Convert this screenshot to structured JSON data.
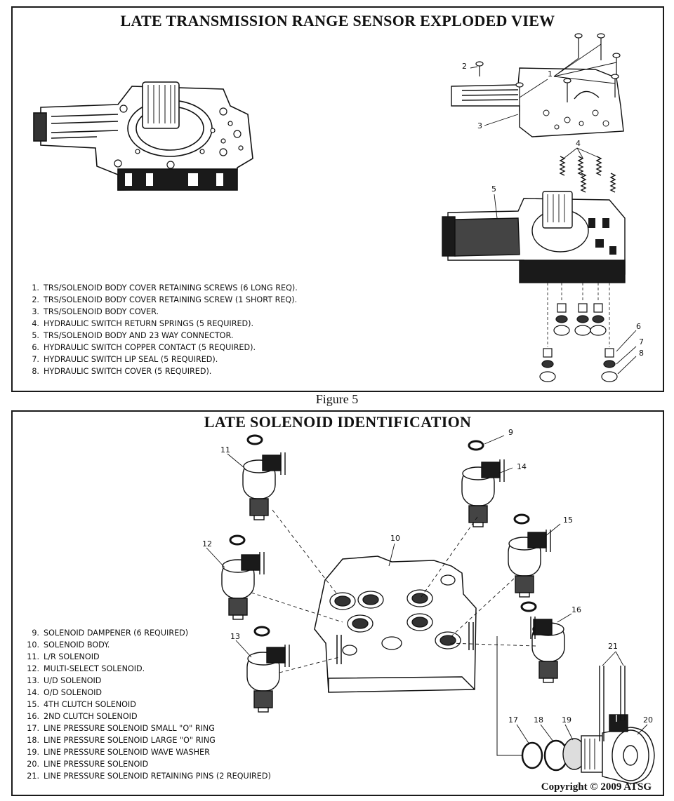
{
  "figure1": {
    "title": "LATE TRANSMISSION RANGE SENSOR EXPLODED VIEW",
    "callouts": [
      "1",
      "2",
      "3",
      "4",
      "5",
      "6",
      "7",
      "8"
    ],
    "legend": [
      {
        "num": "1.",
        "text": "TRS/SOLENOID BODY COVER RETAINING SCREWS (6 LONG REQ)."
      },
      {
        "num": "2.",
        "text": "TRS/SOLENOID BODY COVER RETAINING SCREW (1 SHORT REQ)."
      },
      {
        "num": "3.",
        "text": "TRS/SOLENOID BODY COVER."
      },
      {
        "num": "4.",
        "text": "HYDRAULIC SWITCH RETURN SPRINGS (5 REQUIRED)."
      },
      {
        "num": "5.",
        "text": "TRS/SOLENOID BODY AND 23 WAY CONNECTOR."
      },
      {
        "num": "6.",
        "text": "HYDRAULIC SWITCH COPPER CONTACT (5 REQUIRED)."
      },
      {
        "num": "7.",
        "text": "HYDRAULIC SWITCH LIP SEAL (5 REQUIRED)."
      },
      {
        "num": "8.",
        "text": "HYDRAULIC SWITCH COVER (5 REQUIRED)."
      }
    ]
  },
  "caption": "Figure 5",
  "figure2": {
    "title": "LATE SOLENOID IDENTIFICATION",
    "callouts": [
      "9",
      "10",
      "11",
      "12",
      "13",
      "14",
      "15",
      "16",
      "17",
      "18",
      "19",
      "20",
      "21"
    ],
    "legend": [
      {
        "num": "9.",
        "text": "SOLENOID DAMPENER (6 REQUIRED)"
      },
      {
        "num": "10.",
        "text": "SOLENOID BODY."
      },
      {
        "num": "11.",
        "text": "L/R SOLENOID"
      },
      {
        "num": "12.",
        "text": "MULTI-SELECT SOLENOID."
      },
      {
        "num": "13.",
        "text": "U/D SOLENOID"
      },
      {
        "num": "14.",
        "text": "O/D SOLENOID"
      },
      {
        "num": "15.",
        "text": "4TH CLUTCH SOLENOID"
      },
      {
        "num": "16.",
        "text": "2ND CLUTCH SOLENOID"
      },
      {
        "num": "17.",
        "text": "LINE PRESSURE SOLENOID SMALL \"O\" RING"
      },
      {
        "num": "18.",
        "text": "LINE PRESSURE SOLENOID LARGE  \"O\" RING"
      },
      {
        "num": "19.",
        "text": "LINE PRESSURE SOLENOID WAVE WASHER"
      },
      {
        "num": "20.",
        "text": "LINE PRESSURE SOLENOID"
      },
      {
        "num": "21.",
        "text": "LINE PRESSURE SOLENOID RETAINING PINS (2 REQUIRED)"
      }
    ],
    "copyright": "Copyright © 2009 ATSG"
  }
}
